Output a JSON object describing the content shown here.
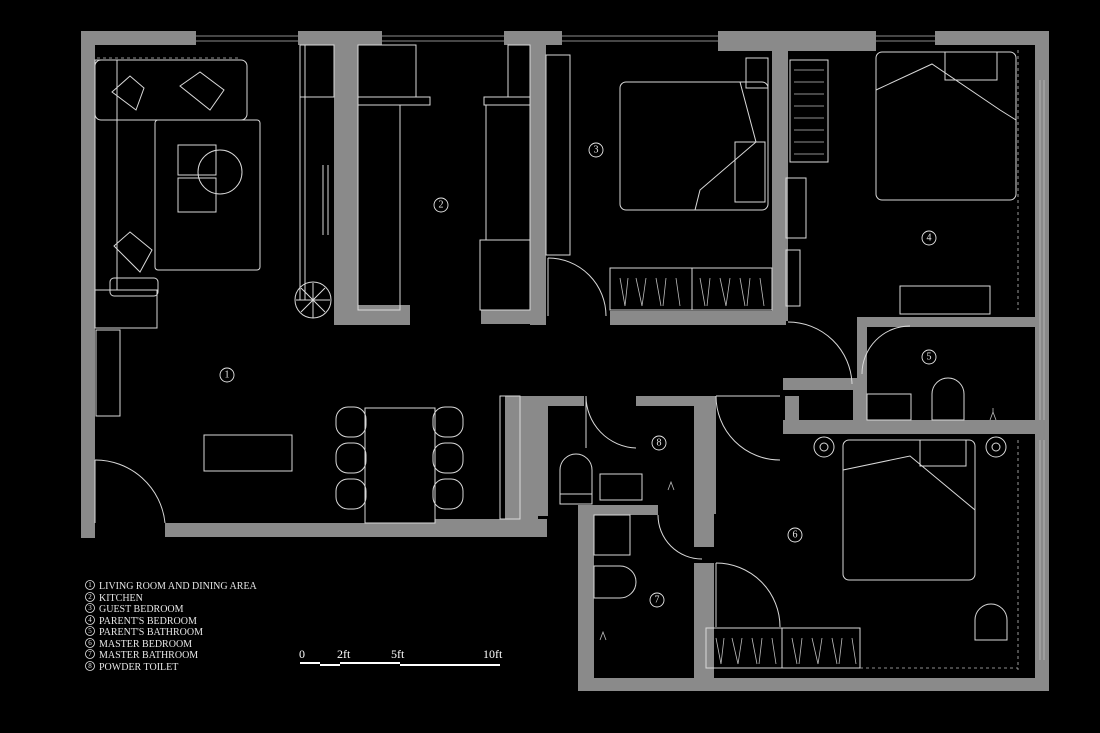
{
  "rooms": [
    {
      "num": "1",
      "label": "LIVING ROOM AND DINING AREA"
    },
    {
      "num": "2",
      "label": "KITCHEN"
    },
    {
      "num": "3",
      "label": "GUEST BEDROOM"
    },
    {
      "num": "4",
      "label": "PARENT'S BEDROOM"
    },
    {
      "num": "5",
      "label": "PARENT'S BATHROOM"
    },
    {
      "num": "6",
      "label": "MASTER BEDROOM"
    },
    {
      "num": "7",
      "label": "MASTER BATHROOM"
    },
    {
      "num": "8",
      "label": "POWDER TOILET"
    }
  ],
  "scale_bar": {
    "ticks": [
      "0",
      "2ft",
      "5ft",
      "10ft"
    ]
  },
  "colors": {
    "background": "#000000",
    "wall": "#8a8a8a",
    "line": "#d9d9d9"
  }
}
